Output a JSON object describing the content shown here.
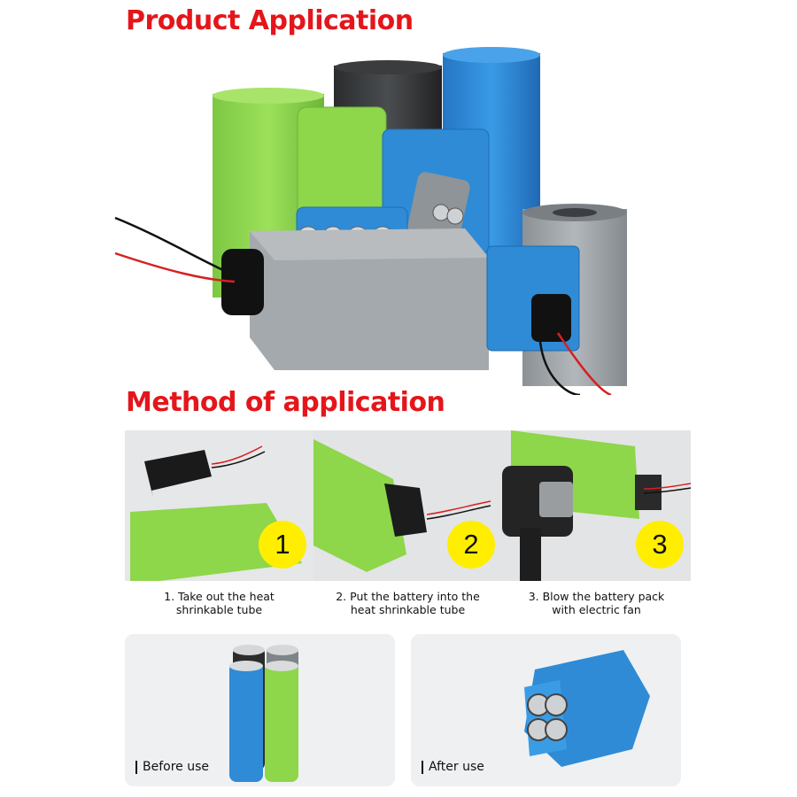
{
  "sections": {
    "product_application": "Product Application",
    "method_of_application": "Method of application"
  },
  "steps": [
    {
      "number": "1",
      "line1": "1. Take out the heat",
      "line2": "shrinkable tube"
    },
    {
      "number": "2",
      "line1": "2. Put the battery into the",
      "line2": "heat shrinkable tube"
    },
    {
      "number": "3",
      "line1": "3. Blow the battery pack",
      "line2": "with electric fan"
    }
  ],
  "comparison": {
    "before": "Before use",
    "after": "After use"
  },
  "colors": {
    "heading": "#e4161b",
    "green": "#8ed64a",
    "blue": "#2f8bd6",
    "grey": "#9aa0a6",
    "badge": "#ffee00"
  }
}
